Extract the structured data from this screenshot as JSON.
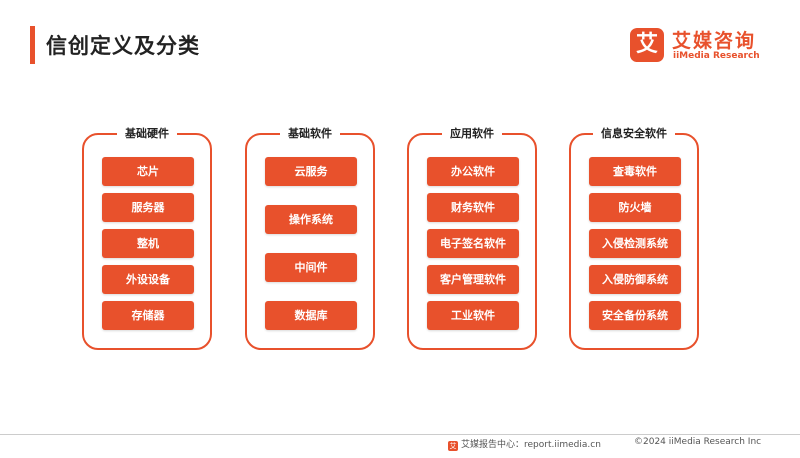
{
  "page": {
    "title": "信创定义及分类"
  },
  "logo": {
    "mark": "艾",
    "name_cn": "艾媒咨询",
    "name_en": "iiMedia Research"
  },
  "groups": [
    {
      "title": "基础硬件",
      "items": [
        "芯片",
        "服务器",
        "整机",
        "外设设备",
        "存储器"
      ]
    },
    {
      "title": "基础软件",
      "items": [
        "云服务",
        "操作系统",
        "中间件",
        "数据库"
      ]
    },
    {
      "title": "应用软件",
      "items": [
        "办公软件",
        "财务软件",
        "电子签名软件",
        "客户管理软件",
        "工业软件"
      ]
    },
    {
      "title": "信息安全软件",
      "items": [
        "查毒软件",
        "防火墙",
        "入侵检测系统",
        "入侵防御系统",
        "安全备份系统"
      ]
    }
  ],
  "footer": {
    "source": "艾媒报告中心：report.iimedia.cn",
    "copyright": "©2024  iiMedia Research  Inc"
  },
  "colors": {
    "accent": "#e8512c",
    "text": "#222222"
  }
}
